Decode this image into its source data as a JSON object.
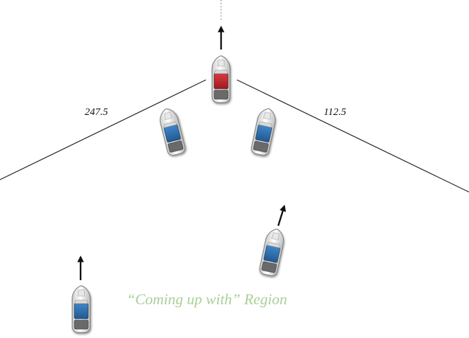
{
  "labels": {
    "left_angle": "247.5",
    "right_angle": "112.5",
    "region": "“Coming up with” Region"
  },
  "colors": {
    "background": "#ffffff",
    "line": "#222222",
    "region_text": "#a9cf98",
    "own_boat_cabin": "#c0272d",
    "other_boat_cabin": "#2f6fb3",
    "hull": "#f2f2f2"
  },
  "boats": [
    {
      "id": "reference-boat",
      "cabin": "red",
      "heading": "up"
    },
    {
      "id": "overtaking-boat-left",
      "cabin": "blue",
      "heading": "up-left"
    },
    {
      "id": "overtaking-boat-right",
      "cabin": "blue",
      "heading": "up-right"
    },
    {
      "id": "region-boat-right",
      "cabin": "blue",
      "heading": "up-right"
    },
    {
      "id": "region-boat-left",
      "cabin": "blue",
      "heading": "up"
    }
  ],
  "icons": [
    "heading-arrow-icon",
    "boat-icon"
  ]
}
